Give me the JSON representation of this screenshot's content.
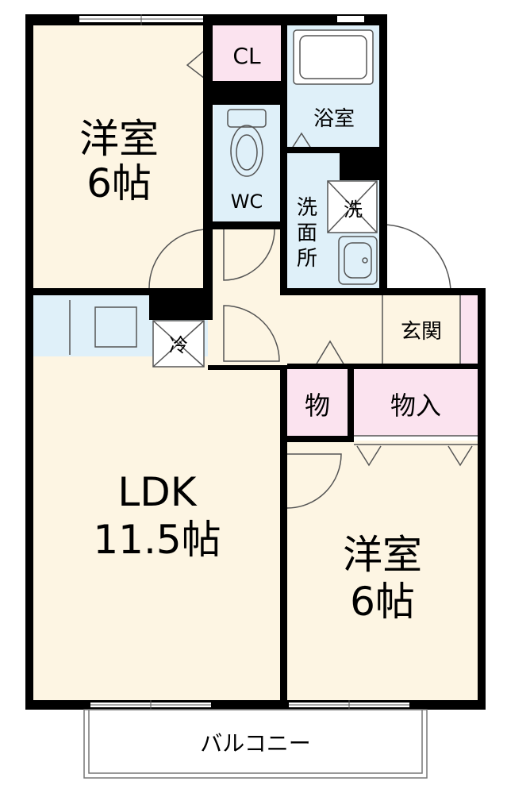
{
  "rooms": {
    "western_top": {
      "name": "洋室",
      "size": "6帖"
    },
    "closet": {
      "name": "CL"
    },
    "bath": {
      "name": "浴室"
    },
    "wc": {
      "name": "WC"
    },
    "washroom": {
      "lines": [
        "洗",
        "面",
        "所"
      ]
    },
    "washer": {
      "name": "洗"
    },
    "fridge": {
      "name": "冷"
    },
    "entrance": {
      "name": "玄関"
    },
    "storage_small": {
      "name": "物"
    },
    "storage": {
      "name": "物入"
    },
    "ldk": {
      "name": "LDK",
      "size": "11.5帖"
    },
    "western_bottom": {
      "name": "洋室",
      "size": "6帖"
    },
    "balcony": {
      "name": "バルコニー"
    }
  },
  "colors": {
    "wood": "#fdf5e3",
    "wet": "#dff0f9",
    "storage": "#fbe3ef",
    "wall": "#000000",
    "line": "#555555"
  }
}
